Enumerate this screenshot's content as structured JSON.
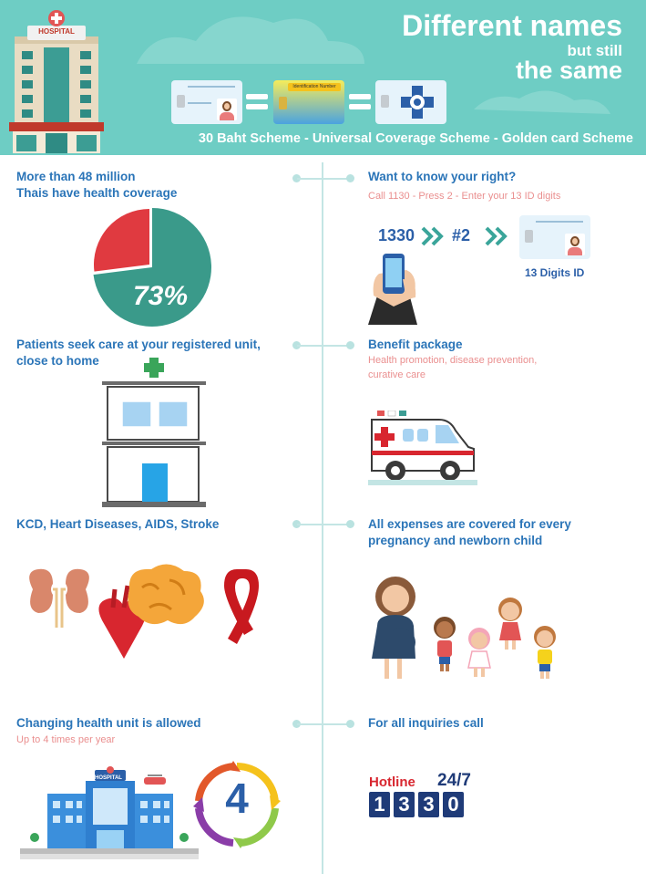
{
  "header": {
    "hospital_sign": "HOSPITAL",
    "title_line1": "Different names",
    "title_line2": "but still",
    "title_line3": "the same",
    "card_label": "Identification Number",
    "schemes": "30 Baht Scheme - Universal Coverage Scheme - Golden card Scheme"
  },
  "coverage": {
    "heading_line1": "More than 48 million",
    "heading_line2": "Thais have health coverage",
    "percent_label": "73%",
    "percent_value": 73
  },
  "rights": {
    "heading": "Want to know your right?",
    "instruction": "Call 1130 - Press 2 - Enter your 13 ID digits",
    "number": "1330",
    "press": "#2",
    "id_label": "13 Digits ID"
  },
  "registered_unit": {
    "heading_line1": "Patients seek care at your registered unit,",
    "heading_line2": "close to home"
  },
  "benefit": {
    "heading": "Benefit package",
    "description_line1": "Health promotion, disease prevention,",
    "description_line2": "curative care"
  },
  "diseases": {
    "heading": "KCD, Heart Diseases, AIDS, Stroke"
  },
  "pregnancy": {
    "heading_line1": "All expenses are covered for every",
    "heading_line2": "pregnancy and newborn child"
  },
  "change_unit": {
    "heading": "Changing health unit is allowed",
    "sub": "Up to 4 times per year",
    "count": "4",
    "building_sign": "HOSPITAL"
  },
  "inquiries": {
    "heading": "For all inquiries call",
    "hotline_label": "Hotline",
    "hours": "24/7",
    "digits": [
      "1",
      "3",
      "3",
      "0"
    ]
  },
  "colors": {
    "teal": "#6ecdc4",
    "blue_heading": "#2b75b8",
    "pink_sub": "#ea8f8f",
    "pie_green": "#3a9a8a",
    "pie_red": "#e03a40",
    "hotline_red": "#d8262f",
    "hotline_navy": "#1f3b78"
  }
}
